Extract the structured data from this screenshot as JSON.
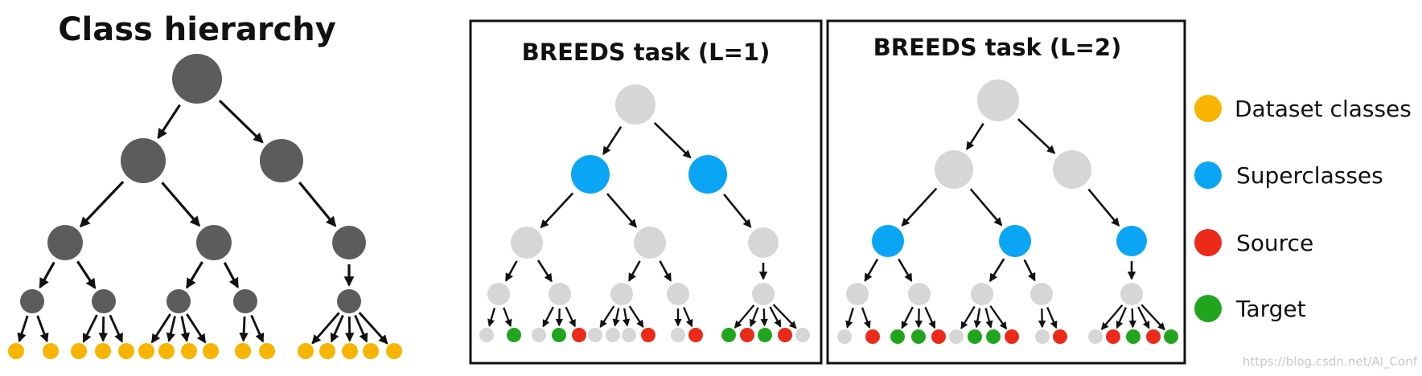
{
  "titles": {
    "hierarchy": "Class hierarchy",
    "task1": "BREEDS task (L=1)",
    "task2": "BREEDS task (L=2)"
  },
  "legend": [
    {
      "label": "Dataset classes",
      "color": "#f7b500"
    },
    {
      "label": "Superclasses",
      "color": "#0aa5f5"
    },
    {
      "label": "Source",
      "color": "#ec2a1a"
    },
    {
      "label": "Target",
      "color": "#22a51e"
    }
  ],
  "colors": {
    "hierarchy_node": "#5c5c5c",
    "inactive_node": "#d6d6d6",
    "dataset": "#f7b500",
    "super": "#0aa5f5",
    "source": "#ec2a1a",
    "target": "#22a51e"
  },
  "tree": {
    "structure": "root -> 2 children; left child -> 2, right child -> 1; level-3 nodes -> 2,2,1 children; level-4 nodes -> 2,3,4,2,5 leaves"
  },
  "task_L1": {
    "superclass_level": 2,
    "leaf_roles": [
      "none",
      "target",
      "none",
      "target",
      "source",
      "none",
      "none",
      "none",
      "source",
      "none",
      "source",
      "target",
      "source",
      "target",
      "source",
      "none"
    ]
  },
  "task_L2": {
    "superclass_level": 3,
    "leaf_roles": [
      "none",
      "source",
      "target",
      "target",
      "source",
      "none",
      "target",
      "target",
      "source",
      "none",
      "source",
      "none",
      "source",
      "target",
      "source",
      "target"
    ]
  },
  "watermark": "https://blog.csdn.net/AI_Conf"
}
